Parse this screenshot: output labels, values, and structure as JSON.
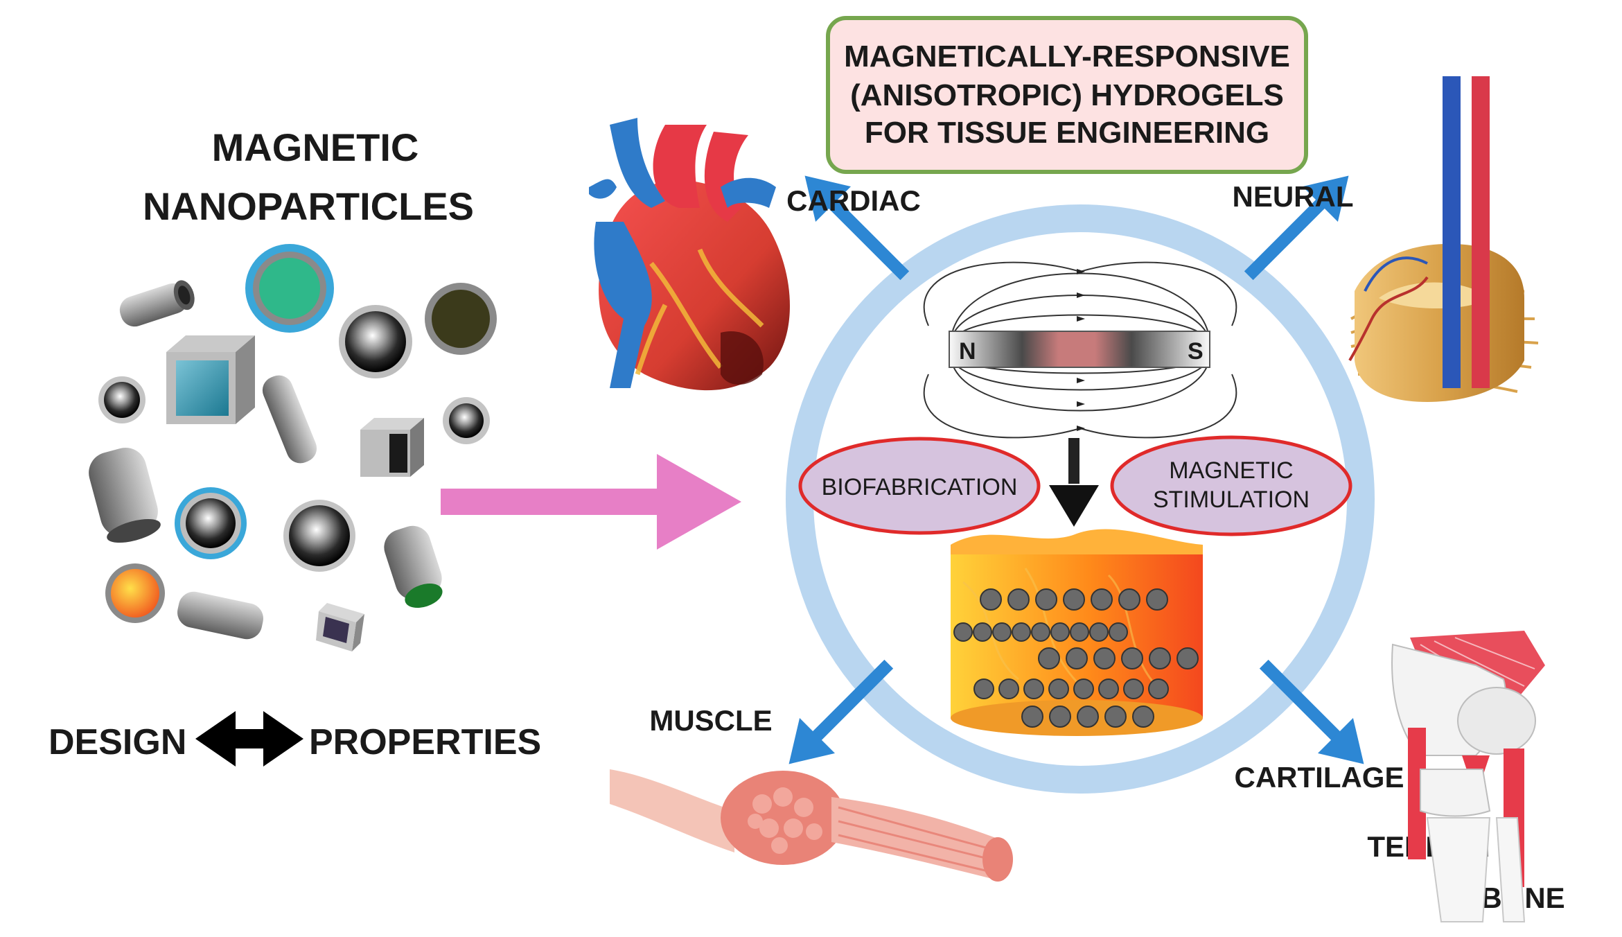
{
  "left_panel": {
    "title_line1": "MAGNETIC",
    "title_line2": "NANOPARTICLES",
    "design_label": "DESIGN",
    "properties_label": "PROPERTIES"
  },
  "title_box": {
    "line1": "MAGNETICALLY-RESPONSIVE",
    "line2": "(ANISOTROPIC) HYDROGELS",
    "line3": "FOR TISSUE ENGINEERING"
  },
  "magnet": {
    "north": "N",
    "south": "S"
  },
  "processes": {
    "biofabrication": "BIOFABRICATION",
    "stimulation_line1": "MAGNETIC",
    "stimulation_line2": "STIMULATION"
  },
  "applications": {
    "cardiac": "CARDIAC",
    "neural": "NEURAL",
    "muscle": "MUSCLE",
    "cartilage": "CARTILAGE",
    "tendon": "TENDON",
    "bone": "BONE"
  },
  "colors": {
    "arrow_blue": "#2d87d4",
    "pink_arrow": "#e77fc6",
    "ring": "#b9d6f0",
    "title_border": "#76a64e",
    "title_fill": "#fde2e2",
    "ellipse_border": "#e02a2a",
    "ellipse_fill": "#d6c3de"
  },
  "icons": [
    "heart-icon",
    "spinal-cord-icon",
    "muscle-fiber-icon",
    "knee-joint-icon",
    "bar-magnet-icon",
    "hydrogel-cylinder-icon"
  ]
}
